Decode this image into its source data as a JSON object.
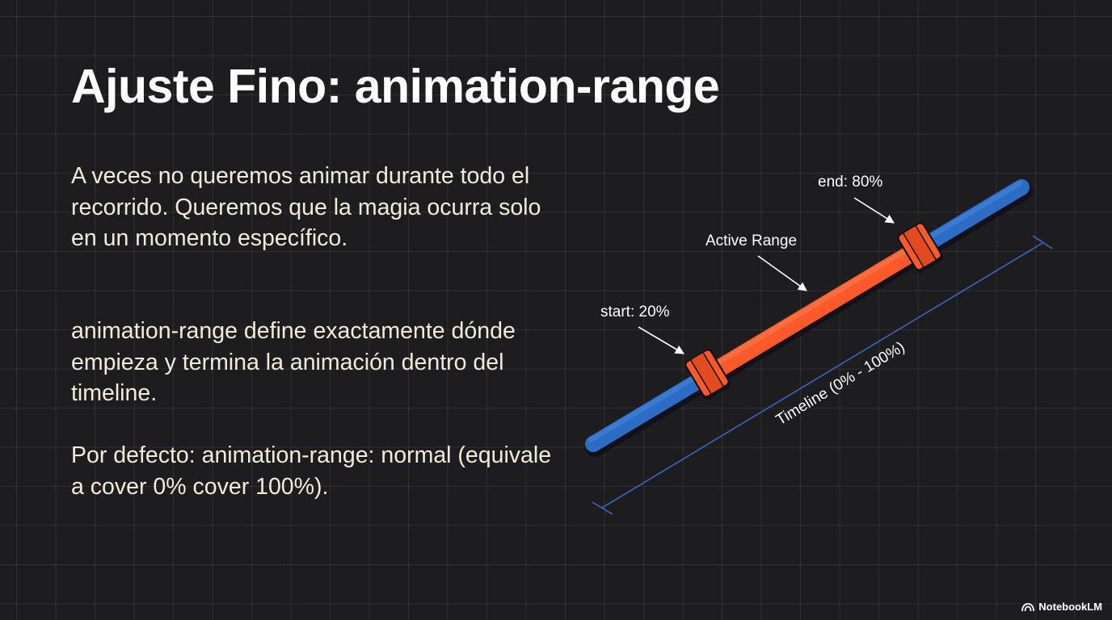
{
  "slide": {
    "title": "Ajuste Fino: animation-range",
    "paragraphs": [
      "A veces no queremos animar durante todo el recorrido. Queremos que la magia ocurra solo en un momento específico.",
      "animation-range define exactamente dónde empieza y termina la animación dentro del timeline.",
      "Por defecto: animation-range: normal (equivale a cover 0% cover 100%)."
    ]
  },
  "diagram": {
    "labels": {
      "start": "start: 20%",
      "end": "end: 80%",
      "active_range": "Active Range",
      "timeline": "Timeline (0% - 100%)"
    },
    "range": {
      "start_percent": 20,
      "end_percent": 80
    },
    "colors": {
      "track": "#2b6cc4",
      "active_range": "#fc5a2b",
      "handle": "#fc5a2b",
      "timeline_line": "#3a5db0"
    },
    "icons": [
      "arrow-icon",
      "arrow-icon",
      "arrow-icon"
    ]
  },
  "footer": {
    "brand": "NotebookLM"
  }
}
